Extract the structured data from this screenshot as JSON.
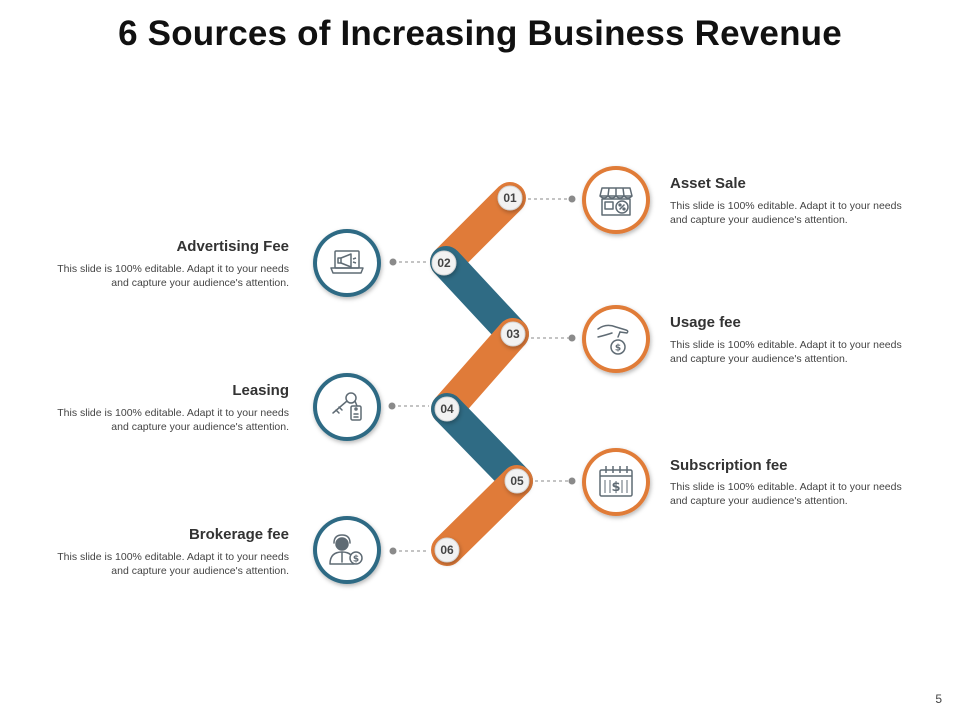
{
  "title": "6 Sources of Increasing Business Revenue",
  "page_number": "5",
  "colors": {
    "orange": "#E07B39",
    "teal": "#2F6B84",
    "connector": "#8A8A8A",
    "icon_stroke": "#5F6B74"
  },
  "items": [
    {
      "num": "01",
      "side": "right",
      "title": "Asset Sale",
      "desc": "This slide is 100% editable. Adapt it to your needs and capture your audience's attention.",
      "icon": "storefront-icon",
      "ring": "orange"
    },
    {
      "num": "02",
      "side": "left",
      "title": "Advertising Fee",
      "desc": "This slide is 100% editable. Adapt it to your needs and capture your audience's attention.",
      "icon": "laptop-megaphone-icon",
      "ring": "teal"
    },
    {
      "num": "03",
      "side": "right",
      "title": "Usage fee",
      "desc": "This slide is 100% editable. Adapt it to your needs and capture your audience's attention.",
      "icon": "hand-coin-icon",
      "ring": "orange"
    },
    {
      "num": "04",
      "side": "left",
      "title": "Leasing",
      "desc": "This slide is 100% editable. Adapt it to your needs and capture your audience's attention.",
      "icon": "key-tag-icon",
      "ring": "teal"
    },
    {
      "num": "05",
      "side": "right",
      "title": "Subscription fee",
      "desc": "This slide is 100% editable. Adapt it to your needs and capture your audience's attention.",
      "icon": "calendar-dollar-icon",
      "ring": "orange"
    },
    {
      "num": "06",
      "side": "left",
      "title": "Brokerage fee",
      "desc": "This slide is 100% editable. Adapt it to your needs and capture your audience's attention.",
      "icon": "broker-dollar-icon",
      "ring": "teal"
    }
  ]
}
